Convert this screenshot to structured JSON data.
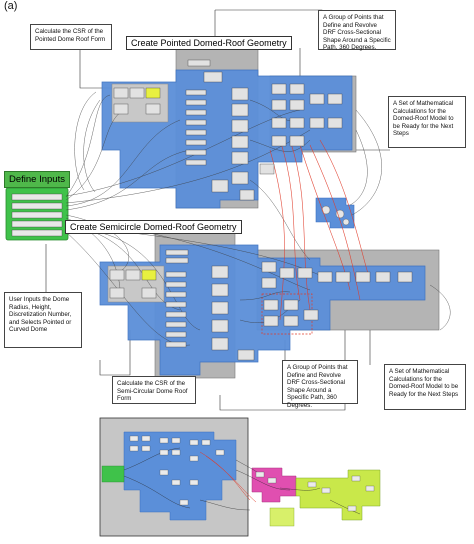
{
  "figure_label": "(a)",
  "titles": {
    "pointed": "Create Pointed Domed-Roof Geometry",
    "semicircle": "Create Semicircle Domed-Roof Geometry",
    "define_inputs": "Define Inputs"
  },
  "callouts": {
    "csr_pointed": "Calculate the CSR of the Pointed Dome Roof Form",
    "points_pointed": "A Group of Points that Define and Revolve DRF Cross-Sectional Shape Around a Specific Path, 360 Degrees.",
    "math_pointed": "A Set of Mathematical Calculations for the Domed-Roof Model to be Ready for the Next Steps",
    "user_inputs": "User Inputs the Dome Radius, Height, Discretization Number, and Selects Pointed or Curved Dome",
    "csr_semicircle": "Calculate the CSR of the Semi-Circular Dome Roof Form",
    "points_semicircle": "A Group of Points that Define and Revolve DRF Cross-Sectional Shape Around a Specific Path, 360 Degrees.",
    "math_semicircle": "A Set of Mathematical Calculations for the Domed-Roof Model to be Ready for the Next Steps"
  },
  "colors": {
    "blue_group": "#5b8fd9",
    "gray_group": "#b4b4b4",
    "green_group": "#3fc24a",
    "pink_group": "#e04fb0",
    "lime_group": "#c9e84a",
    "wire_red": "#e03b2a",
    "wire_dark": "#3a3a3a"
  }
}
